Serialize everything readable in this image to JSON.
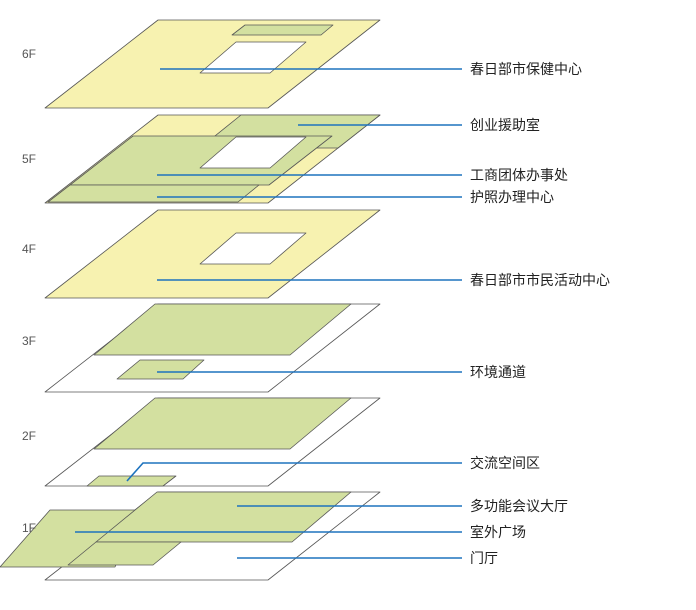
{
  "colors": {
    "yellow": "#f7f2b0",
    "green": "#d3e0a0",
    "stroke": "#555555",
    "leader": "#1e73be",
    "white": "#ffffff"
  },
  "floors": {
    "f6": "6F",
    "f5": "5F",
    "f4": "4F",
    "f3": "3F",
    "f2": "2F",
    "f1": "1F"
  },
  "callouts": {
    "c6_health": "春日部市保健中心",
    "c5_startup": "创业援助室",
    "c5_business": "工商团体办事处",
    "c5_passport": "护照办理中心",
    "c4_civic": "春日部市市民活动中心",
    "c3_walkway": "环境通道",
    "c2_exchange": "交流空间区",
    "c1_hall": "多功能会议大厅",
    "c1_plaza": "室外广场",
    "c1_lobby": "门厅"
  }
}
